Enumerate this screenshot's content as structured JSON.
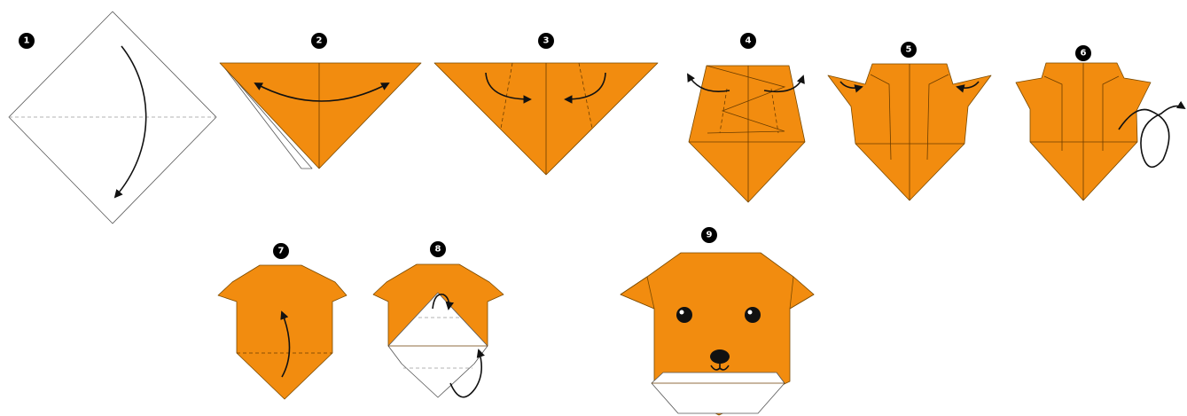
{
  "diagram": {
    "colors": {
      "paper": "#f28c0f",
      "outline": "#7a4a00",
      "back": "#ffffff",
      "ink": "#111111"
    },
    "steps": [
      {
        "number": "1"
      },
      {
        "number": "2"
      },
      {
        "number": "3"
      },
      {
        "number": "4"
      },
      {
        "number": "5"
      },
      {
        "number": "6"
      },
      {
        "number": "7"
      },
      {
        "number": "8"
      },
      {
        "number": "9"
      }
    ]
  }
}
